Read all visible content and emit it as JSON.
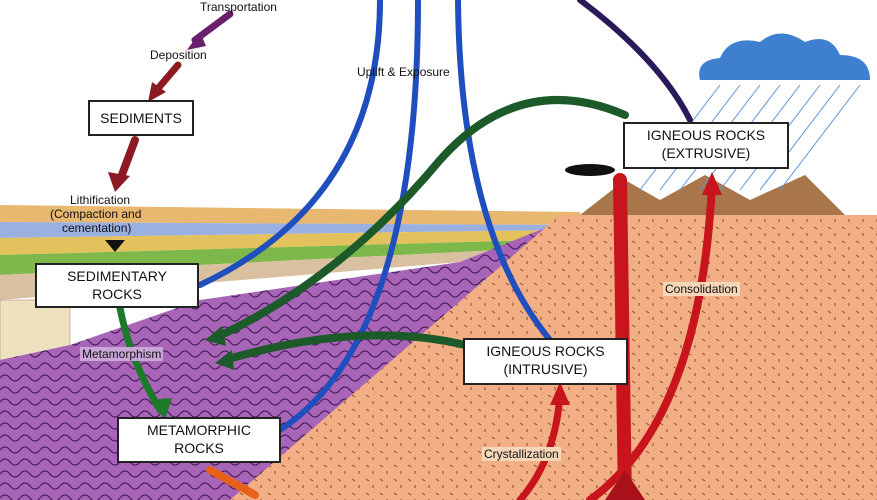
{
  "labels": {
    "transportation": "Transportation",
    "deposition": "Deposition",
    "lithification_1": "Lithification",
    "lithification_2": "(Compaction and",
    "lithification_3": "cementation)",
    "metamorphism": "Metamorphism",
    "uplift": "Uplift & Exposure",
    "consolidation": "Consolidation",
    "crystallization": "Crystallization"
  },
  "boxes": {
    "sediments": "SEDIMENTS",
    "sedimentary_1": "SEDIMENTARY",
    "sedimentary_2": "ROCKS",
    "metamorphic_1": "METAMORPHIC",
    "metamorphic_2": "ROCKS",
    "igneous_intrusive_1": "IGNEOUS ROCKS",
    "igneous_intrusive_2": "(INTRUSIVE)",
    "igneous_extrusive_1": "IGNEOUS ROCKS",
    "igneous_extrusive_2": "(EXTRUSIVE)"
  },
  "colors": {
    "igneous": "#f2ae84",
    "metamorphic": "#a865b8",
    "uplift_arrows": "#1f4fbf",
    "metamorphism_arrows": "#1d5a2a",
    "magma_arrows": "#c8141c",
    "sediment_arrows": "#8b1a22",
    "transport_arrow": "#6a1f6a",
    "mountains": "#a8764a",
    "cloud": "#3f7fd0"
  }
}
